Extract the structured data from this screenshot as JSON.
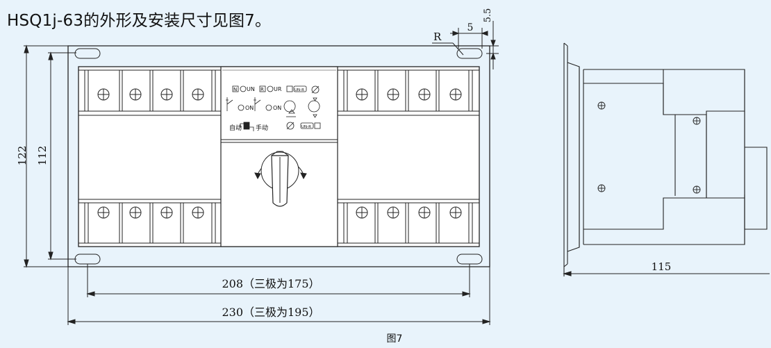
{
  "heading": "HSQ1j-63的外形及安装尺寸见图7。",
  "figure_caption": "图7",
  "dimensions": {
    "overall_height": "122",
    "mounting_height": "112",
    "mounting_width": "208（三极为175）",
    "overall_width": "230（三极为195）",
    "side_depth": "115",
    "slot_width": "5",
    "slot_offset": "5.5",
    "radius_label": "R"
  },
  "panel_labels": {
    "un": "UN",
    "ur": "UR",
    "on_left": "ON",
    "on_right": "ON",
    "auto_label": "自动",
    "manual_label": "手动",
    "n_mark": "N",
    "r_mark": "R",
    "unr_top": "UN-R",
    "unr_bottom": "UN-R"
  },
  "colors": {
    "background": "#e8f3fb",
    "line": "#222222",
    "panel_fill": "#ffffff"
  }
}
